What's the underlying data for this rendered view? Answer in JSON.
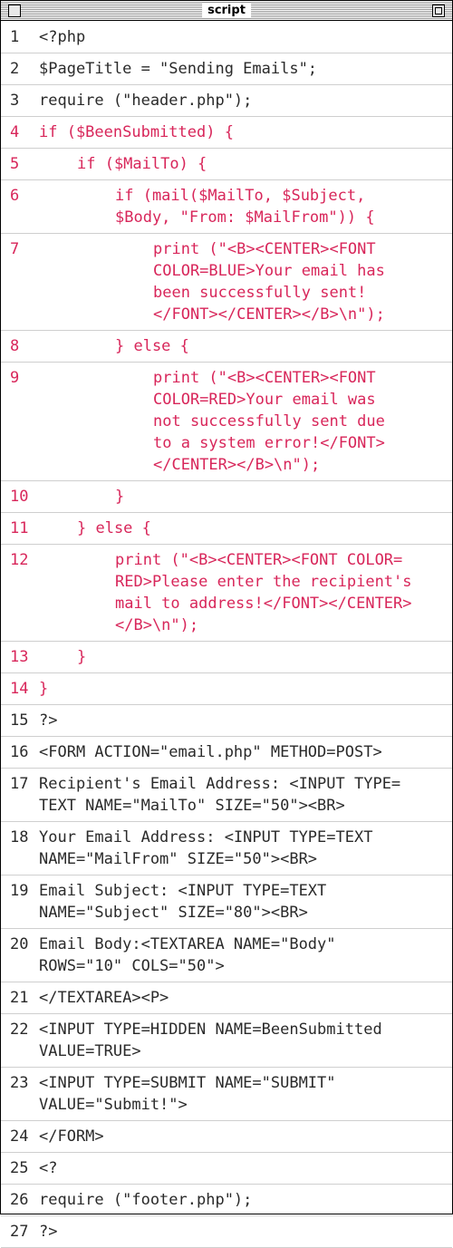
{
  "window": {
    "title": "script"
  },
  "colors": {
    "highlight": "#d8265a",
    "normal": "#2a2a2a"
  },
  "lines": [
    {
      "num": "1",
      "text": "<?php",
      "indent": 0,
      "hl": false
    },
    {
      "num": "2",
      "text": "$PageTitle = \"Sending Emails\";",
      "indent": 0,
      "hl": false
    },
    {
      "num": "3",
      "text": "require (\"header.php\");",
      "indent": 0,
      "hl": false
    },
    {
      "num": "4",
      "text": "if ($BeenSubmitted) {",
      "indent": 0,
      "hl": true
    },
    {
      "num": "5",
      "text": "if ($MailTo) {",
      "indent": 1,
      "hl": true
    },
    {
      "num": "6",
      "text": "if (mail($MailTo, $Subject,\n$Body, \"From: $MailFrom\")) {",
      "indent": 2,
      "hl": true
    },
    {
      "num": "7",
      "text": "print (\"<B><CENTER><FONT\nCOLOR=BLUE>Your email has\nbeen successfully sent!\n</FONT></CENTER></B>\\n\");",
      "indent": 3,
      "hl": true
    },
    {
      "num": "8",
      "text": "} else {",
      "indent": 2,
      "hl": true
    },
    {
      "num": "9",
      "text": "print (\"<B><CENTER><FONT\nCOLOR=RED>Your email was\nnot successfully sent due\nto a system error!</FONT>\n</CENTER></B>\\n\");",
      "indent": 3,
      "hl": true
    },
    {
      "num": "10",
      "text": "}",
      "indent": 2,
      "hl": true
    },
    {
      "num": "11",
      "text": "} else {",
      "indent": 1,
      "hl": true
    },
    {
      "num": "12",
      "text": "print (\"<B><CENTER><FONT COLOR=\nRED>Please enter the recipient's\nmail to address!</FONT></CENTER>\n</B>\\n\");",
      "indent": 2,
      "hl": true
    },
    {
      "num": "13",
      "text": "}",
      "indent": 1,
      "hl": true
    },
    {
      "num": "14",
      "text": "}",
      "indent": 0,
      "hl": true
    },
    {
      "num": "15",
      "text": "?>",
      "indent": 0,
      "hl": false
    },
    {
      "num": "16",
      "text": "<FORM ACTION=\"email.php\" METHOD=POST>",
      "indent": 0,
      "hl": false
    },
    {
      "num": "17",
      "text": "Recipient's Email Address: <INPUT TYPE=\nTEXT NAME=\"MailTo\" SIZE=\"50\"><BR>",
      "indent": 0,
      "hl": false
    },
    {
      "num": "18",
      "text": "Your Email Address: <INPUT TYPE=TEXT\nNAME=\"MailFrom\" SIZE=\"50\"><BR>",
      "indent": 0,
      "hl": false
    },
    {
      "num": "19",
      "text": "Email Subject: <INPUT TYPE=TEXT\nNAME=\"Subject\" SIZE=\"80\"><BR>",
      "indent": 0,
      "hl": false
    },
    {
      "num": "20",
      "text": "Email Body:<TEXTAREA NAME=\"Body\"\nROWS=\"10\" COLS=\"50\">",
      "indent": 0,
      "hl": false
    },
    {
      "num": "21",
      "text": "</TEXTAREA><P>",
      "indent": 0,
      "hl": false
    },
    {
      "num": "22",
      "text": "<INPUT TYPE=HIDDEN NAME=BeenSubmitted\nVALUE=TRUE>",
      "indent": 0,
      "hl": false
    },
    {
      "num": "23",
      "text": "<INPUT TYPE=SUBMIT NAME=\"SUBMIT\"\nVALUE=\"Submit!\">",
      "indent": 0,
      "hl": false
    },
    {
      "num": "24",
      "text": "</FORM>",
      "indent": 0,
      "hl": false
    },
    {
      "num": "25",
      "text": "<?",
      "indent": 0,
      "hl": false
    },
    {
      "num": "26",
      "text": "require (\"footer.php\");",
      "indent": 0,
      "hl": false
    },
    {
      "num": "27",
      "text": "?>",
      "indent": 0,
      "hl": false
    }
  ]
}
